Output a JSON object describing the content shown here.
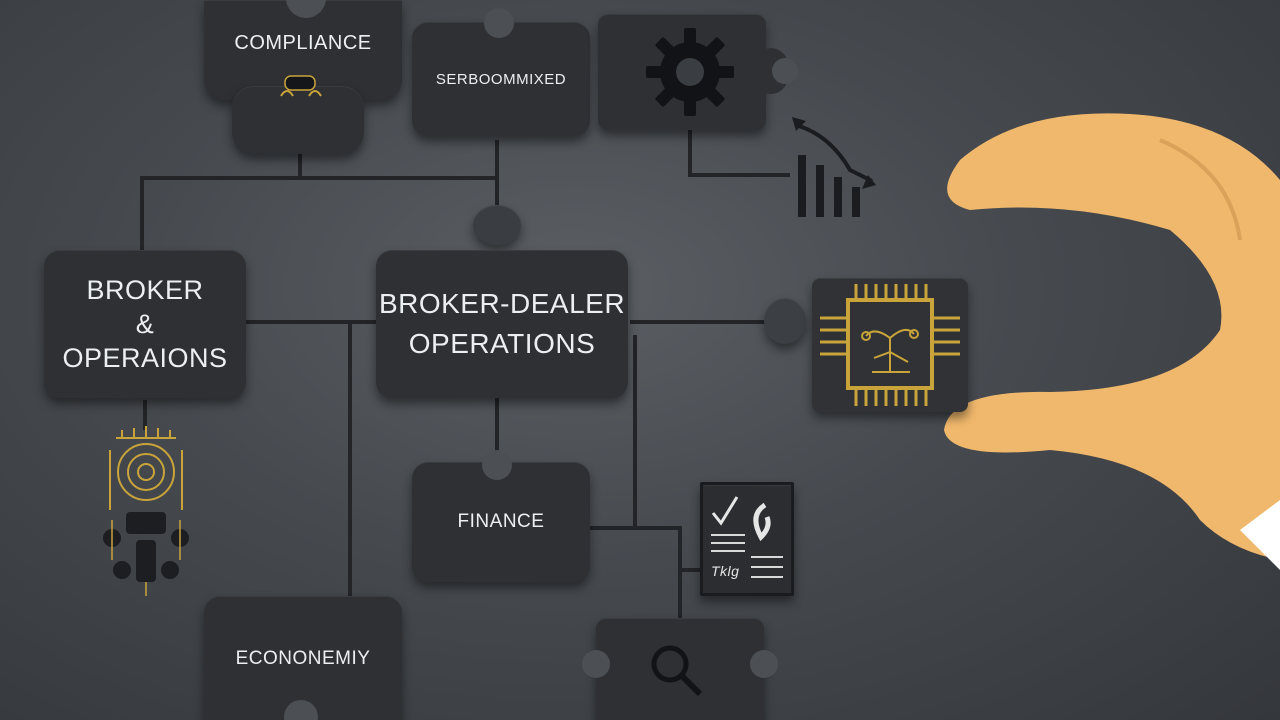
{
  "pieces": {
    "compliance": "COMPLIANCE",
    "serviced": "SERBOOMMIXED",
    "broker": "BROKER\n&\nOPERAIONS",
    "broker_dealer": "BROKER-DEALER\nOPERATIONS",
    "finance": "FINANCE",
    "economy": "ECONONEMIY"
  },
  "doc_text": "Tklg",
  "icons": [
    "gear-icon",
    "trend-chart-icon",
    "circuit-chip-icon",
    "circuit-head-icon",
    "checklist-document-icon",
    "magnifier-icon",
    "hand-icon"
  ],
  "colors": {
    "background": "#4a4e53",
    "piece": "#2e3034",
    "text": "#eceff2",
    "gold": "#c9a43a",
    "hand": "#f0b86c",
    "connector": "#222428"
  }
}
